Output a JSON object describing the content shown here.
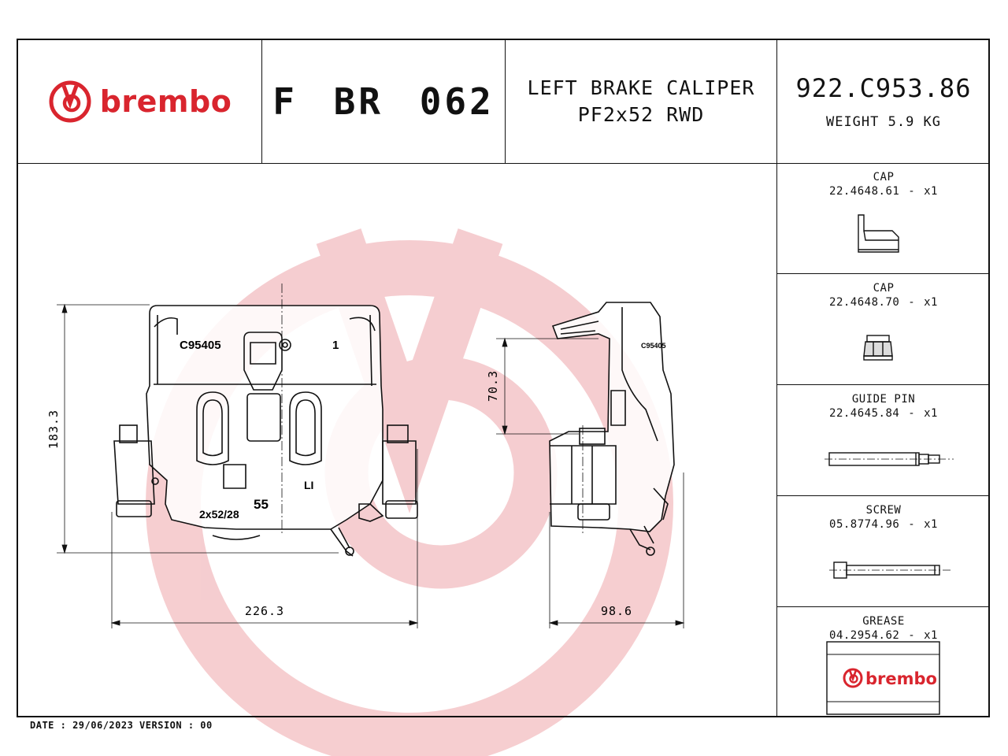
{
  "header": {
    "brand": "brembo",
    "code": "F BR 062",
    "description_line1": "LEFT BRAKE CALIPER",
    "description_line2": "PF2x52 RWD",
    "part_number": "922.C953.86",
    "weight": "WEIGHT 5.9 KG"
  },
  "drawing": {
    "front_view": {
      "casting_code": "C95405",
      "side_number": "1",
      "piston_mark": "55",
      "piston_spec": "2x52/28",
      "side_mark": "LI",
      "height_dim": "183.3",
      "width_dim": "226.3"
    },
    "side_view": {
      "casting_code": "C95405",
      "height_dim": "70.3",
      "width_dim": "98.6"
    }
  },
  "parts": [
    {
      "name": "CAP",
      "code": "22.4648.61",
      "qty": "- x1",
      "icon": "cap-icon"
    },
    {
      "name": "CAP",
      "code": "22.4648.70",
      "qty": "- x1",
      "icon": "cap-plug-icon"
    },
    {
      "name": "GUIDE PIN",
      "code": "22.4645.84",
      "qty": "- x1",
      "icon": "guide-pin-icon"
    },
    {
      "name": "SCREW",
      "code": "05.8774.96",
      "qty": "- x1",
      "icon": "screw-icon"
    },
    {
      "name": "GREASE",
      "code": "04.2954.62",
      "qty": "- x1",
      "icon": "grease-pack-icon"
    }
  ],
  "footer": {
    "text": "DATE : 29/06/2023 VERSION : 00"
  },
  "colors": {
    "brand_red": "#d9252e",
    "watermark": "#f3c6c8",
    "line": "#111111"
  }
}
